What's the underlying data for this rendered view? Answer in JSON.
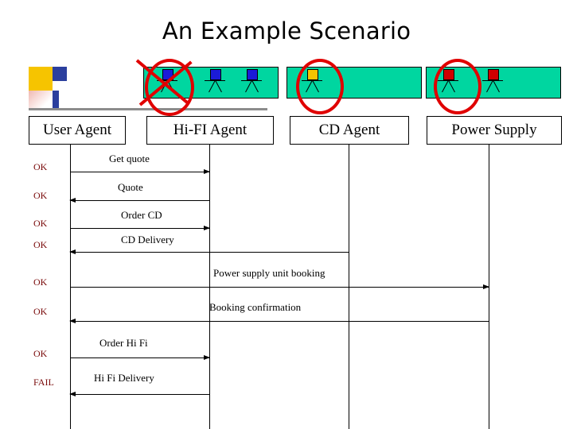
{
  "slide": {
    "title": "An Example Scenario"
  },
  "agents": [
    {
      "name": "User Agent",
      "label": "User Agent",
      "icon": "person-icon",
      "marked_out": false
    },
    {
      "name": "Hi-FI Agent",
      "label": "Hi-FI Agent",
      "icon": "person-icon",
      "marked_out": true
    },
    {
      "name": "CD Agent",
      "label": "CD Agent",
      "icon": "person-icon",
      "marked_out": false
    },
    {
      "name": "Power Supply",
      "label": "Power Supply",
      "icon": "person-icon",
      "marked_out": false
    }
  ],
  "messages": [
    {
      "label": "Get quote",
      "from": "User Agent",
      "to": "Hi-FI Agent",
      "direction": "right"
    },
    {
      "label": "Quote",
      "from": "Hi-FI Agent",
      "to": "User Agent",
      "direction": "left"
    },
    {
      "label": "Order CD",
      "from": "User Agent",
      "to": "Hi-FI Agent",
      "direction": "right"
    },
    {
      "label": "CD Delivery",
      "from": "CD Agent",
      "to": "User Agent",
      "direction": "left"
    },
    {
      "label": "Power supply unit booking",
      "from": "User Agent",
      "to": "Power Supply",
      "direction": "right"
    },
    {
      "label": "Booking confirmation",
      "from": "Power Supply",
      "to": "User Agent",
      "direction": "left"
    },
    {
      "label": "Order Hi Fi",
      "from": "User Agent",
      "to": "Hi-FI Agent",
      "direction": "right"
    },
    {
      "label": "Hi Fi Delivery",
      "from": "Hi-FI Agent",
      "to": "User Agent",
      "direction": "left"
    }
  ],
  "statuses": [
    {
      "text": "OK"
    },
    {
      "text": "OK"
    },
    {
      "text": "OK"
    },
    {
      "text": "OK"
    },
    {
      "text": "OK"
    },
    {
      "text": "OK"
    },
    {
      "text": "OK"
    },
    {
      "text": "FAIL"
    }
  ],
  "colors": {
    "agent_box": "#00d6a0",
    "annotation_red": "#e00000",
    "status_ok": "#7a0b0b",
    "logo_yellow": "#f6c400",
    "logo_blue": "#2b3f9e"
  }
}
